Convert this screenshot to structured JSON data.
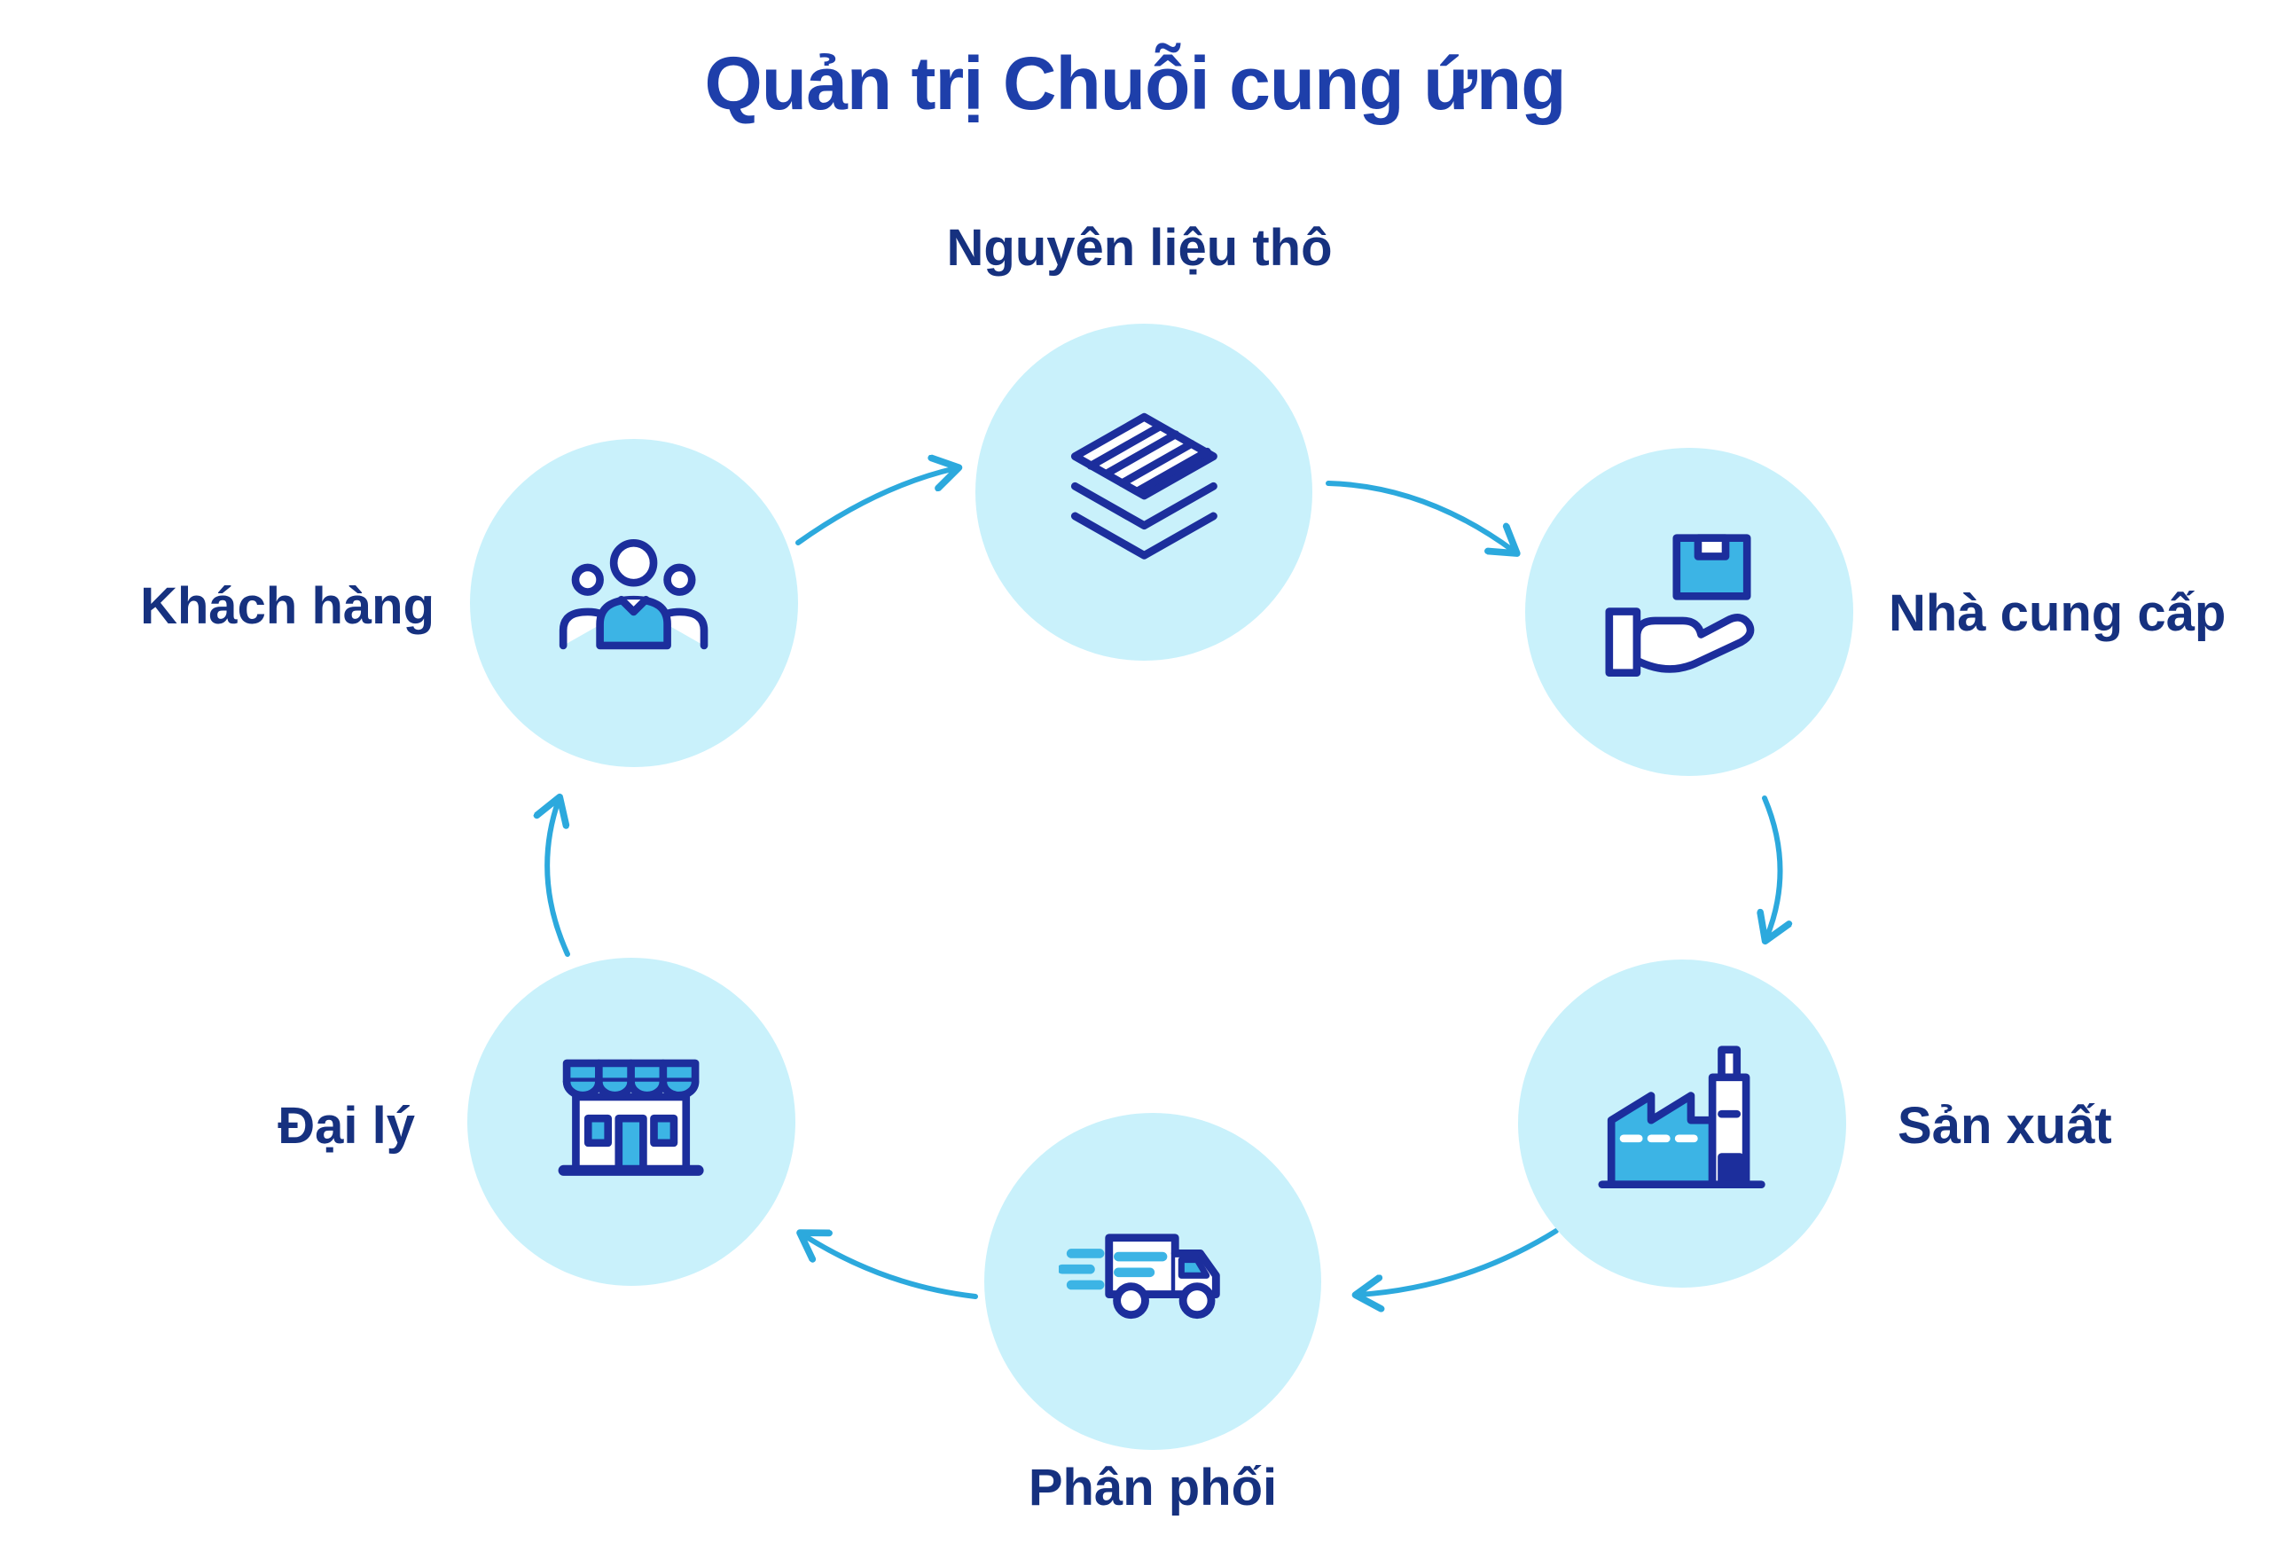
{
  "title": "Quản trị Chuỗi cung ứng",
  "flow": {
    "direction": "clockwise",
    "sequence": [
      "Nguyên liệu thô",
      "Nhà cung cấp",
      "Sản xuất",
      "Phân phối",
      "Đại lý",
      "Khách hàng"
    ]
  },
  "nodes": [
    {
      "id": "raw-materials",
      "label": "Nguyên liệu thô",
      "icon": "layers-icon",
      "position": "top"
    },
    {
      "id": "supplier",
      "label": "Nhà cung cấp",
      "icon": "hand-box-icon",
      "position": "upper-right"
    },
    {
      "id": "production",
      "label": "Sản xuất",
      "icon": "factory-icon",
      "position": "lower-right"
    },
    {
      "id": "distribution",
      "label": "Phân phối",
      "icon": "delivery-truck-icon",
      "position": "bottom"
    },
    {
      "id": "dealer",
      "label": "Đại lý",
      "icon": "storefront-icon",
      "position": "lower-left"
    },
    {
      "id": "customer",
      "label": "Khách hàng",
      "icon": "customers-icon",
      "position": "upper-left"
    }
  ],
  "colors": {
    "title_text": "#1e3faa",
    "label_text": "#16317f",
    "node_circle_fill": "#c9f1fb",
    "icon_outline": "#1c2e9c",
    "icon_accent": "#3cb4e5",
    "arrow": "#2ca9dd",
    "background": "#ffffff"
  }
}
